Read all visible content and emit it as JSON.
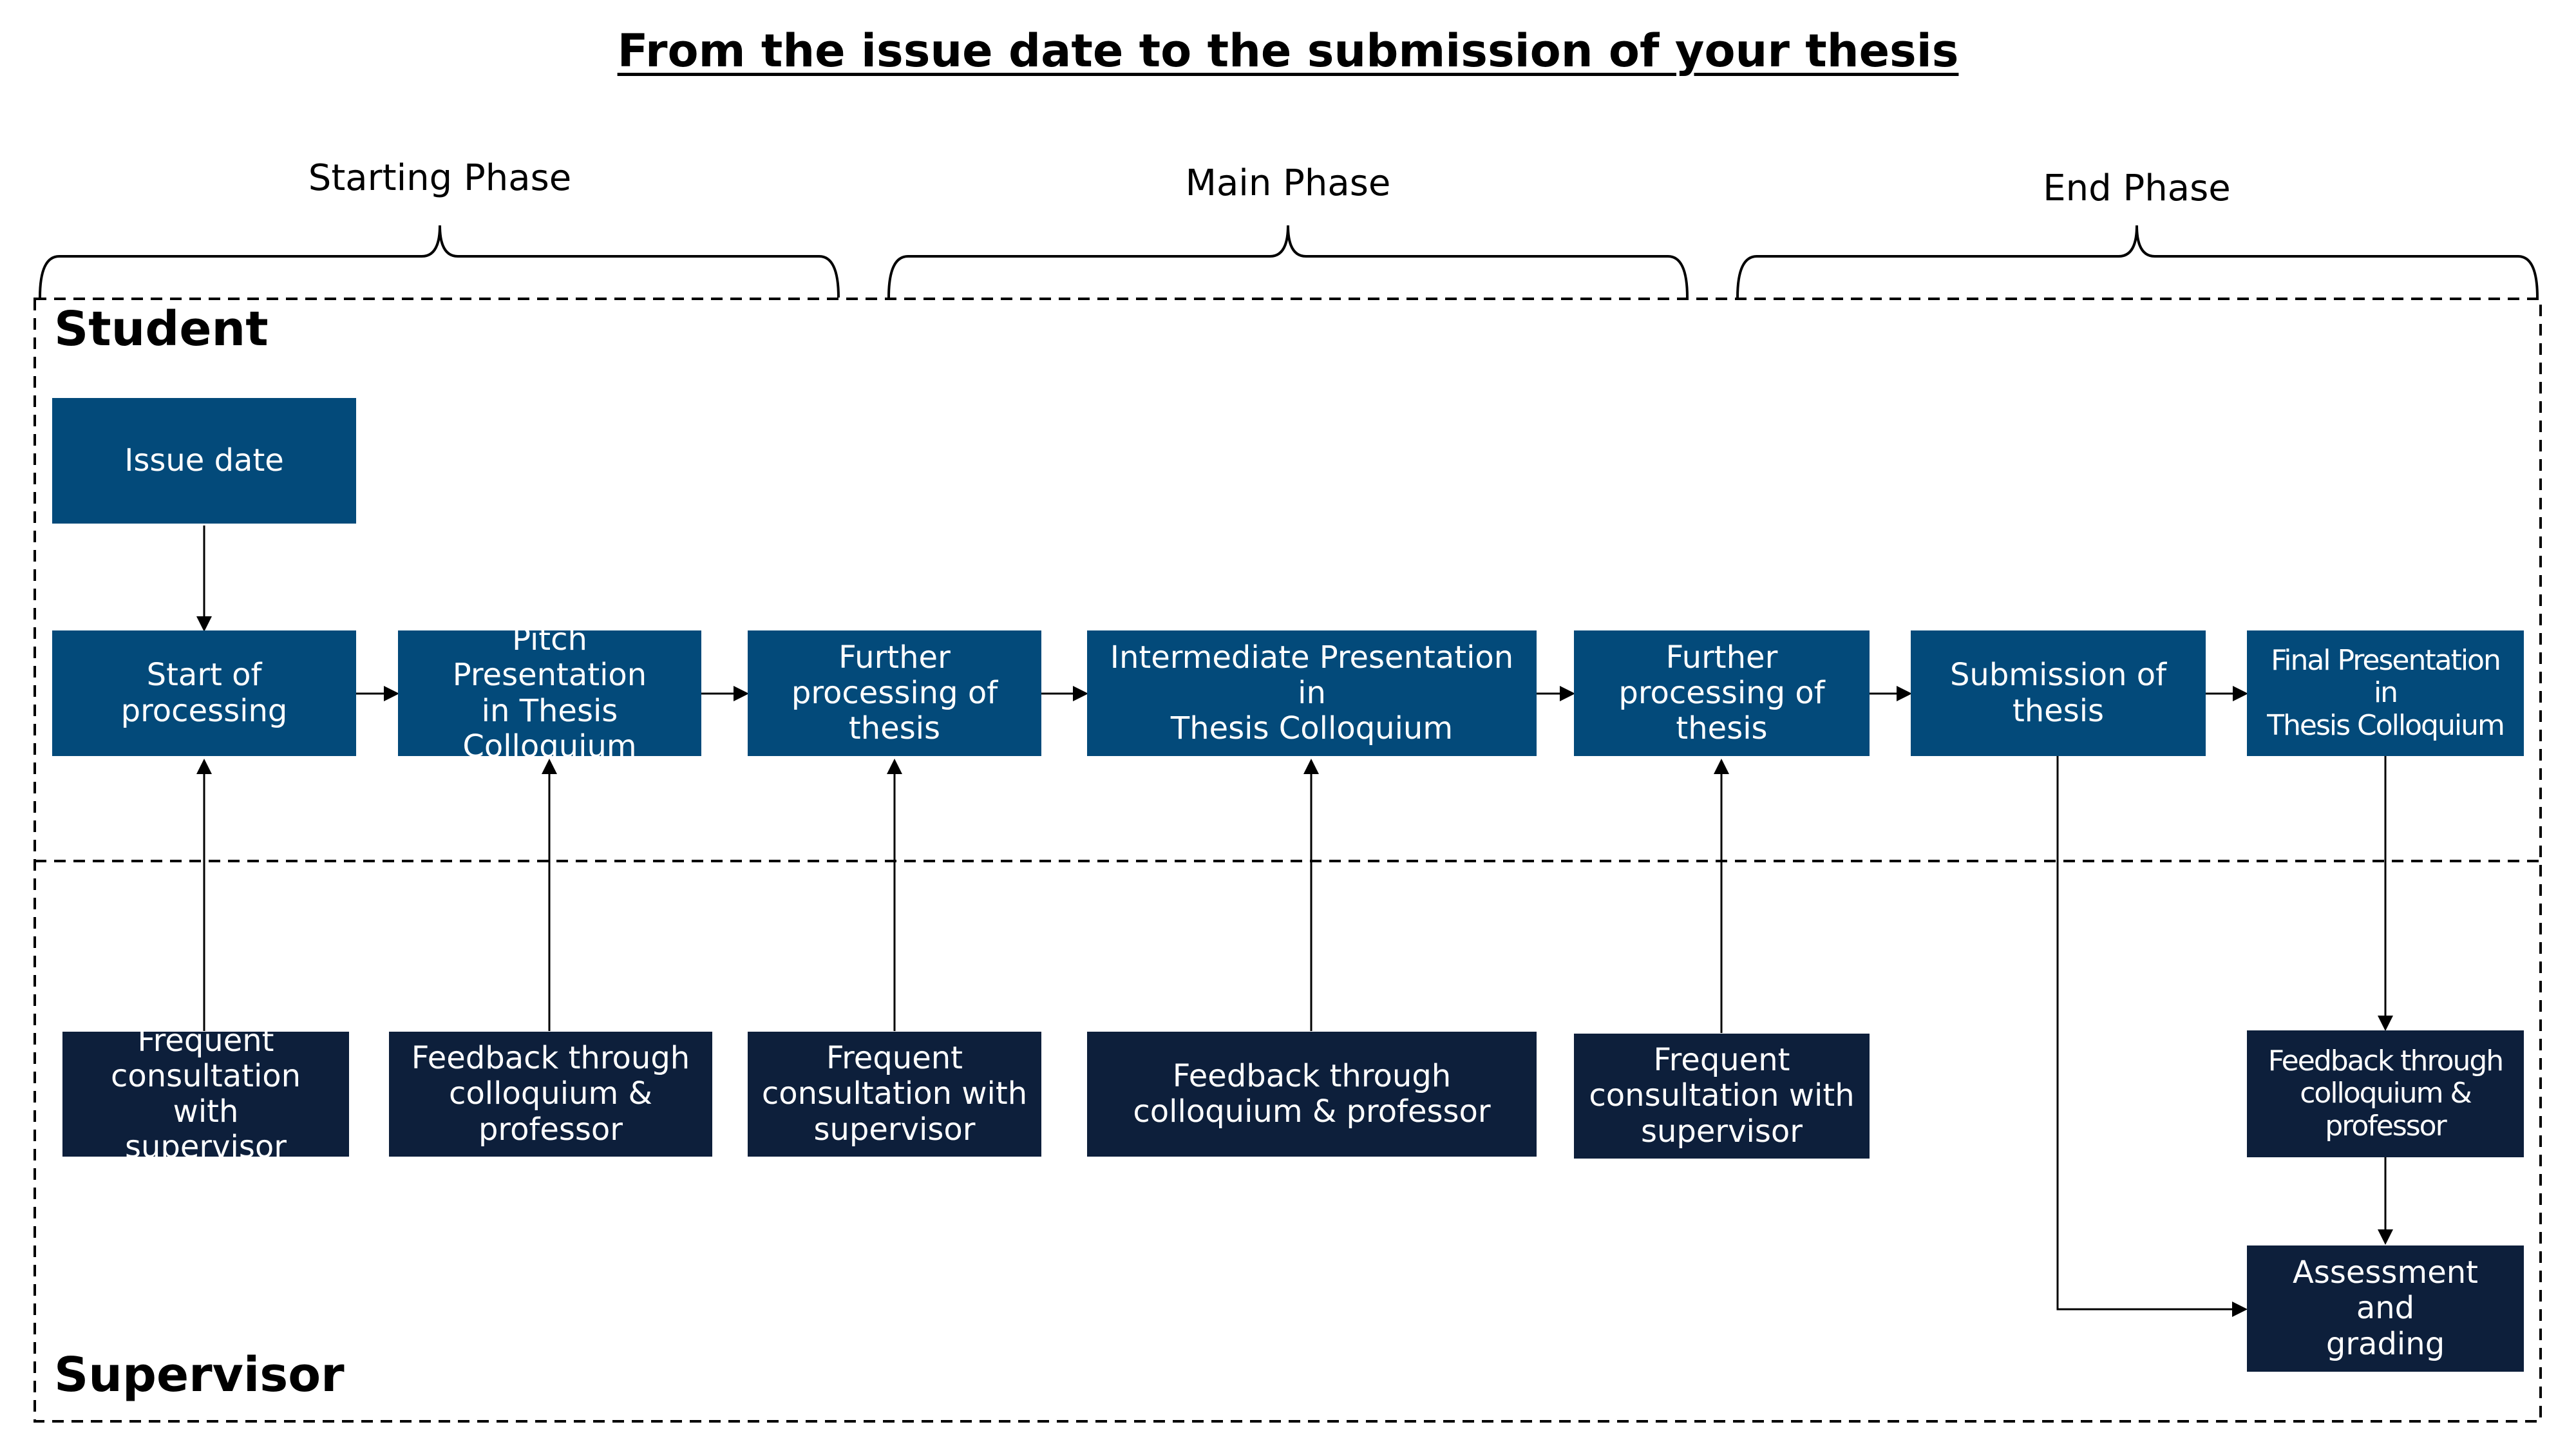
{
  "title": "From the issue date to the submission of your thesis",
  "phases": {
    "starting": "Starting Phase",
    "main": "Main Phase",
    "end": "End Phase"
  },
  "lanes": {
    "student": "Student",
    "supervisor": "Supervisor"
  },
  "student_steps": {
    "issue_date": "Issue date",
    "start_processing": "Start of\nprocessing",
    "pitch_presentation": "Pitch Presentation\nin Thesis\nColloquium",
    "further_processing_1": "Further\nprocessing of\nthesis",
    "intermediate_presentation": "Intermediate Presentation in\nThesis Colloquium",
    "further_processing_2": "Further\nprocessing of\nthesis",
    "submission": "Submission of\nthesis",
    "final_presentation": "Final Presentation in\nThesis Colloquium"
  },
  "supervisor_steps": {
    "consultation_1": "Frequent\nconsultation with\nsupervisor",
    "feedback_pitch": "Feedback through\ncolloquium &\nprofessor",
    "consultation_2": "Frequent\nconsultation with\nsupervisor",
    "feedback_intermediate": "Feedback through\ncolloquium & professor",
    "consultation_3": "Frequent\nconsultation with\nsupervisor",
    "feedback_final": "Feedback through\ncolloquium &\nprofessor",
    "assessment": "Assessment and\ngrading"
  },
  "colors": {
    "student_box": "#034a7a",
    "supervisor_box": "#0d1f3b",
    "box_text": "#ffffff",
    "lines": "#000000"
  }
}
